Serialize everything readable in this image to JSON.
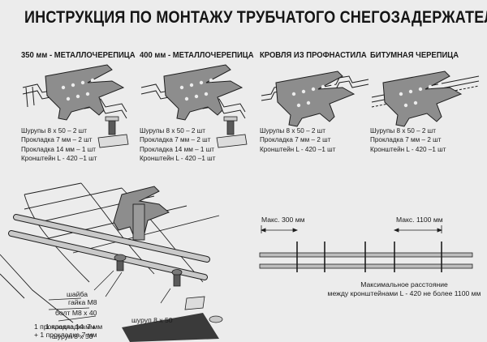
{
  "title": "ИНСТРУКЦИЯ ПО МОНТАЖУ ТРУБЧАТОГО СНЕГОЗАДЕРЖАТЕЛЯ",
  "columns": [
    {
      "heading": "350 мм - МЕТАЛЛОЧЕРЕПИЦА",
      "specs": [
        "Шурупы 8 х 50 – 2 шт",
        "Прокладка 7 мм – 2 шт",
        "Прокладка 14 мм – 1 шт",
        "Кронштейн L - 420 –1 шт"
      ]
    },
    {
      "heading": "400 мм - МЕТАЛЛОЧЕРЕПИЦА",
      "specs": [
        "Шурупы 8 х 50 – 2 шт",
        "Прокладка 7 мм – 2 шт",
        "Прокладка 14 мм – 1 шт",
        "Кронштейн L - 420 –1 шт"
      ]
    },
    {
      "heading": "КРОВЛЯ ИЗ ПРОФНАСТИЛА",
      "specs": [
        "Шурупы 8 х 50 – 2 шт",
        "Прокладка 7 мм – 2 шт",
        "Кронштейн L - 420 –1 шт"
      ]
    },
    {
      "heading": "БИТУМНАЯ ЧЕРЕПИЦА",
      "specs": [
        "Шурупы 8 х 50 – 2 шт",
        "Прокладка 7 мм – 2 шт",
        "Кронштейн L - 420 –1 шт"
      ]
    }
  ],
  "assembly_labels": {
    "washer": "шайба",
    "nut": "гайка М8",
    "bolt": "болт М8 х 40",
    "screw_right": "шуруп 8 х 50",
    "gasket_7": "1 прокладка 7 мм",
    "screw_left": "шуруп 8 х 50",
    "gasket_14": "1 прокладка 14 мм",
    "gasket_14_plus": "+ 1 прокладка 7 мм"
  },
  "spacing": {
    "max_left": "Макс. 300 мм",
    "max_right": "Макс. 1100 мм",
    "caption_line1": "Максимальное расстояние",
    "caption_line2": "между кронштейнами L - 420  не более 1100 мм"
  },
  "colors": {
    "metal": "#8d8d8d",
    "metal_dark": "#5a5a5a",
    "outline": "#1e1e1e",
    "pipe": "#c9c9c9"
  }
}
